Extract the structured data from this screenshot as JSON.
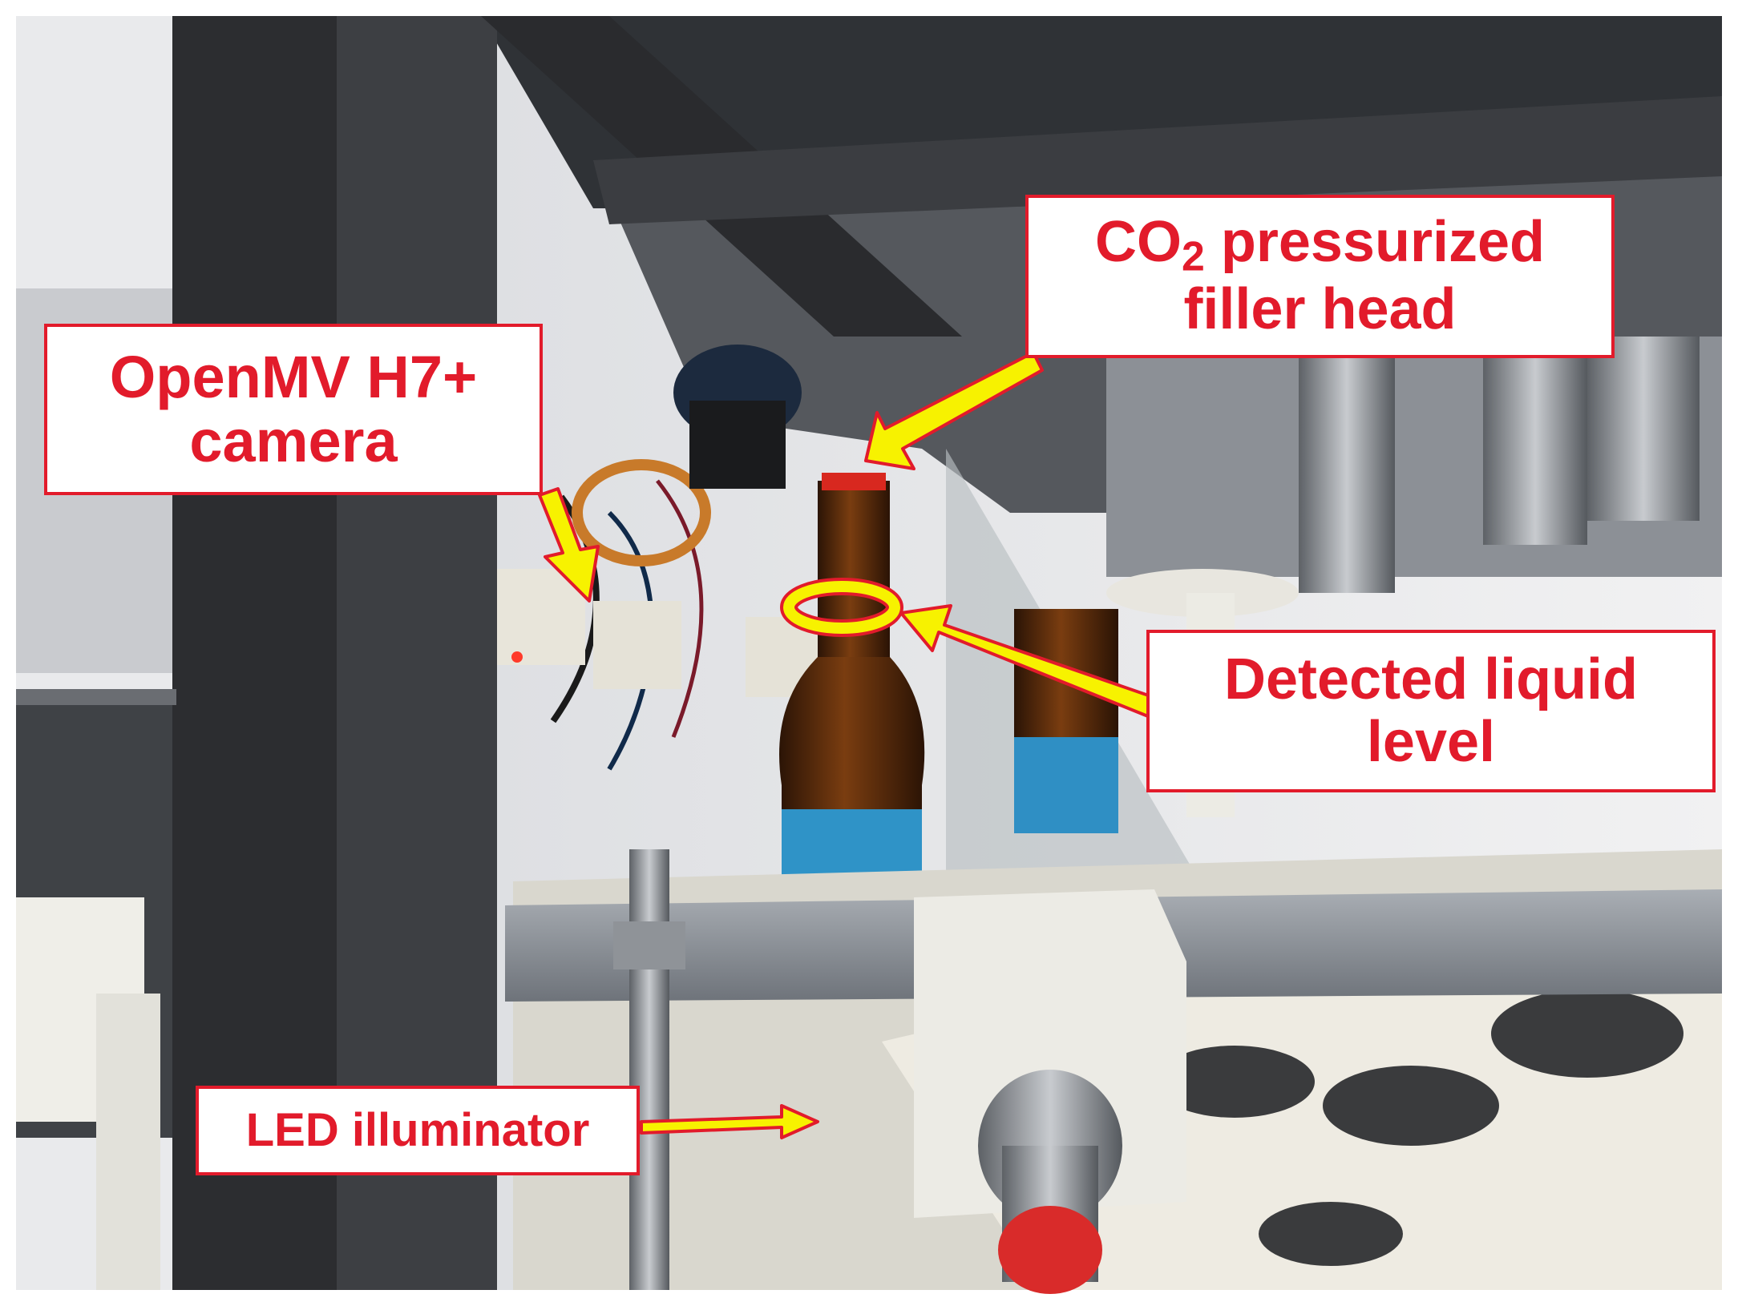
{
  "colors": {
    "label_text": "#e21b2b",
    "label_border": "#e21b2b",
    "arrow": "#f7f200",
    "arrow_outline": "#e21b2b"
  },
  "labels": {
    "filler_head": {
      "line1_prefix": "CO",
      "line1_sub": "2",
      "line1_suffix": " pressurized",
      "line2": "filler head"
    },
    "camera": {
      "line1": "OpenMV H7+",
      "line2": "camera"
    },
    "liquid_level": {
      "line1": "Detected liquid",
      "line2": "level"
    },
    "led": {
      "text": "LED illuminator"
    }
  }
}
